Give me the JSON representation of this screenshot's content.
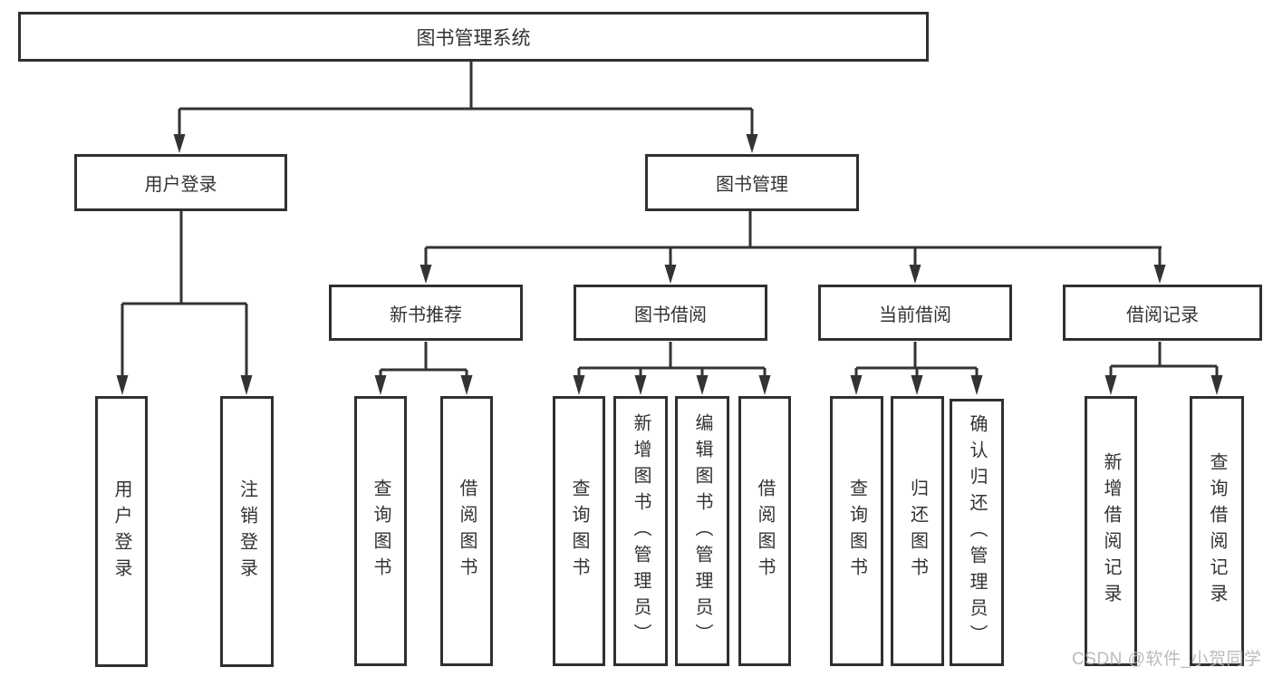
{
  "tree": {
    "root": {
      "label": "图书管理系统"
    },
    "branches": [
      {
        "label": "用户登录",
        "children": [
          {
            "label": "用户登录"
          },
          {
            "label": "注销登录"
          }
        ]
      },
      {
        "label": "图书管理",
        "groups": [
          {
            "label": "新书推荐",
            "children": [
              {
                "label": "查询图书"
              },
              {
                "label": "借阅图书"
              }
            ]
          },
          {
            "label": "图书借阅",
            "children": [
              {
                "label": "查询图书"
              },
              {
                "label": "新增图书（管理员）"
              },
              {
                "label": "编辑图书（管理员）"
              },
              {
                "label": "借阅图书"
              }
            ]
          },
          {
            "label": "当前借阅",
            "children": [
              {
                "label": "查询图书"
              },
              {
                "label": "归还图书"
              },
              {
                "label": "确认归还（管理员）"
              }
            ]
          },
          {
            "label": "借阅记录",
            "children": [
              {
                "label": "新增借阅记录"
              },
              {
                "label": "查询借阅记录"
              }
            ]
          }
        ]
      }
    ]
  },
  "watermark": {
    "text": "CSDN @软件_小贺同学"
  },
  "colors": {
    "line": "#333333",
    "box_border": "#303030",
    "text": "#333333",
    "background": "#ffffff",
    "watermark": "#b6b6b6"
  }
}
